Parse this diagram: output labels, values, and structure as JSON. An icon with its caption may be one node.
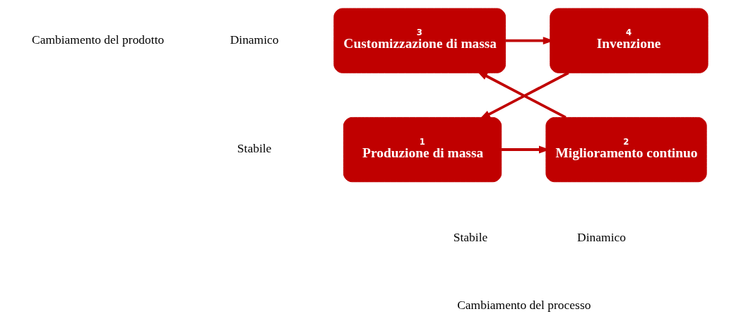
{
  "diagram": {
    "nodes": [
      {
        "text": [
          "3",
          "Customizzazione di massa"
        ]
      },
      {
        "text": [
          "4",
          "Invenzione"
        ]
      },
      {
        "text": [
          "1",
          "Produzione di massa"
        ]
      },
      {
        "text": [
          "2",
          "Miglioramento continuo"
        ]
      }
    ],
    "edges": [
      {
        "from": 0,
        "to": 1,
        "arrow": "to"
      },
      {
        "from": 3,
        "to": 0,
        "arrow": "to"
      },
      {
        "from": 1,
        "to": 2,
        "arrow": "to"
      },
      {
        "from": 2,
        "to": 3,
        "arrow": "to"
      }
    ],
    "labels": [
      "Cambiamento del prodotto",
      "Dinamico",
      "Stabile",
      "Stabile",
      "Dinamico",
      "Cambiamento del processo"
    ]
  }
}
